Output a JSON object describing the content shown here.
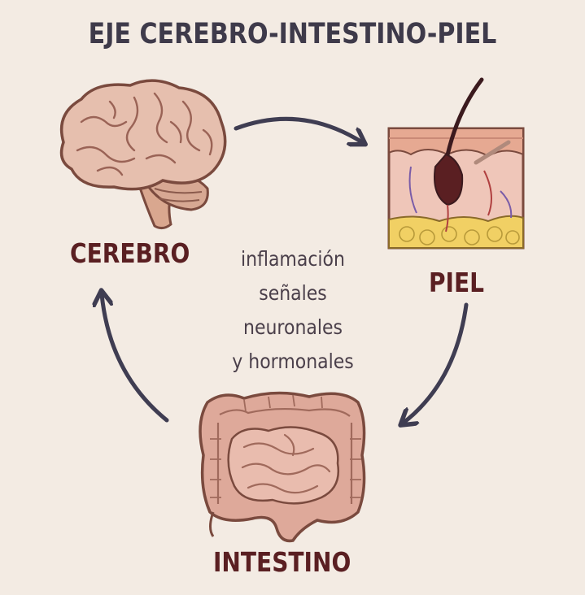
{
  "title": "EJE CEREBRO-INTESTINO-PIEL",
  "nodes": {
    "brain": {
      "label": "CEREBRO",
      "icon": "brain-icon"
    },
    "skin": {
      "label": "PIEL",
      "icon": "skin-layers-icon"
    },
    "gut": {
      "label": "INTESTINO",
      "icon": "intestine-icon"
    }
  },
  "center_lines": [
    "inflamación",
    "señales",
    "neuronales",
    "y hormonales"
  ],
  "colors": {
    "background": "#f3ebe3",
    "title": "#3e3a4a",
    "label": "#5a1f22",
    "arrow": "#3f3d52",
    "organ": "#e2b6a4",
    "organ_outline": "#7a4a3e"
  }
}
